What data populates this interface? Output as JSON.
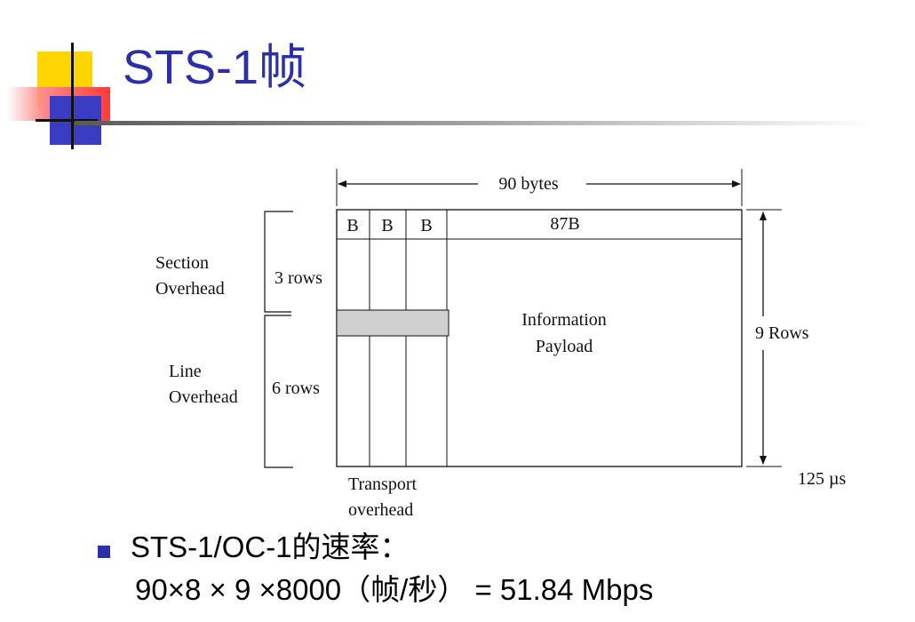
{
  "slide": {
    "title": "STS-1帧",
    "accent_color": "#2b2fa8"
  },
  "diagram": {
    "width_label": "90 bytes",
    "overhead_column_labels": [
      "B",
      "B",
      "B"
    ],
    "payload_column_label": "87B",
    "section_overhead_label": [
      "Section",
      "Overhead"
    ],
    "section_rows_label": "3 rows",
    "line_overhead_label": [
      "Line",
      "Overhead"
    ],
    "line_rows_label": "6 rows",
    "payload_label": [
      "Information",
      "Payload"
    ],
    "height_label": "9 Rows",
    "duration_label": "125 µs",
    "transport_label": [
      "Transport",
      "overhead"
    ]
  },
  "bullet": {
    "text": "STS-1/OC-1的速率：",
    "formula": "90×8 × 9 ×8000（帧/秒） = 51.84 Mbps"
  }
}
